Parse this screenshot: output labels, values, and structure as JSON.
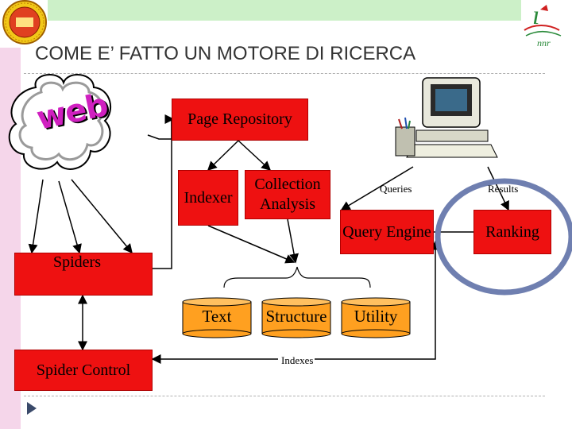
{
  "slide": {
    "title": "COME E’ FATTO UN MOTORE DI RICERCA"
  },
  "colors": {
    "box_red": "#ee1111",
    "cylinder_orange": "#ffa020",
    "ranking_circle": "#6f7fb0",
    "top_bar": "#ccf0c8",
    "left_strip": "#f5d6ea"
  },
  "diagram": {
    "web_cloud_text": "web",
    "page_repository": "Page Repository",
    "indexer": "Indexer",
    "collection_analysis_line1": "Collection",
    "collection_analysis_line2": "Analysis",
    "query_engine": "Query Engine",
    "ranking": "Ranking",
    "spiders": "Spiders",
    "spider_control": "Spider Control",
    "indexes": [
      "Text",
      "Structure",
      "Utility"
    ],
    "indexes_label": "Indexes",
    "queries_label": "Queries",
    "results_label": "Results"
  }
}
